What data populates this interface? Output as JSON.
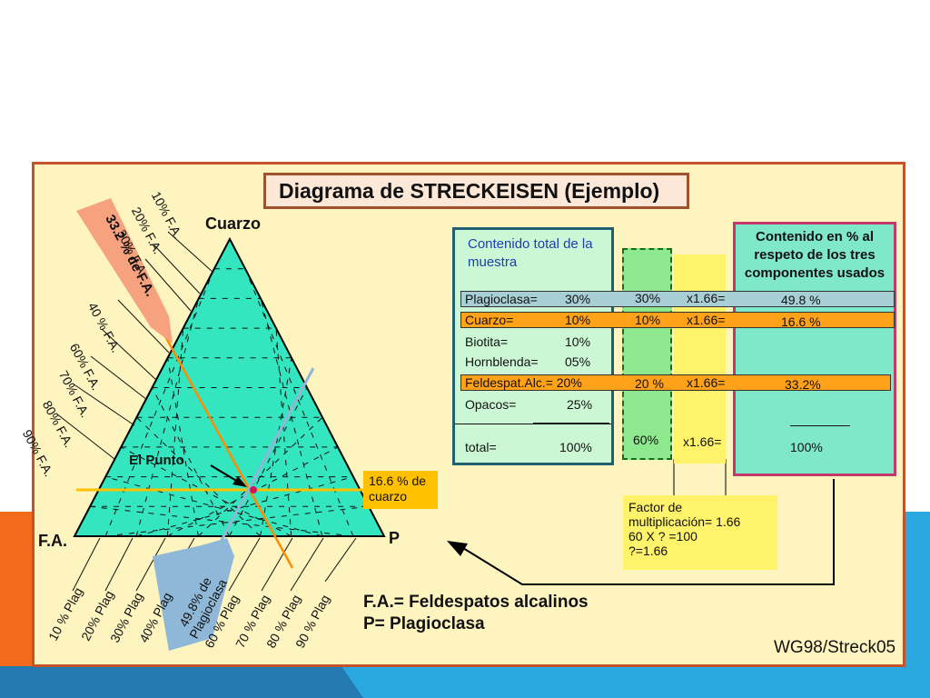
{
  "title": "Diagrama de STRECKEISEN (Ejemplo)",
  "vertices": {
    "top": "Cuarzo",
    "left": "F.A.",
    "right": "P"
  },
  "fa_labels": [
    "10% F.A.",
    "20% F.A.",
    "30% F.A.",
    "40 % F.A.",
    "60% F.A.",
    "70% F.A.",
    "80% F.A.",
    "90% F.A."
  ],
  "plag_labels": [
    "10 % Plag",
    "20% Plag",
    "30% Plag",
    "40% Plag",
    "60 % Plag",
    "70 % Plag",
    "80 % Plag",
    "90 % Plag"
  ],
  "callout_fa": "33.2 % de F.A.",
  "callout_plag": "49.8% de Plagioclasa",
  "callout_quartz": "16.6 % de cuarzo",
  "point_label": "El Punto",
  "box_total": {
    "header": "Contenido total de la muestra",
    "rows": [
      {
        "label": "Plagioclasa=",
        "value": "30%"
      },
      {
        "label": "Cuarzo=",
        "value": "10%"
      },
      {
        "label": "Biotita=",
        "value": "10%"
      },
      {
        "label": "Hornblenda=",
        "value": "05%"
      },
      {
        "label": "Feldespat.Alc.= 20%",
        "value": ""
      },
      {
        "label": "Opacos=",
        "value": "25%"
      }
    ],
    "total_label": "total=",
    "total_value": "100%"
  },
  "sub_values": [
    "30%",
    "10%",
    "20 %"
  ],
  "sub_total": "60%",
  "multipliers": [
    "x1.66=",
    "x1.66=",
    "x1.66="
  ],
  "multiplier_total": "x1.66=",
  "box_percent": {
    "header": "Contenido en % al respeto de los tres componentes usados",
    "values": [
      "49.8 %",
      "16.6 %",
      "33.2%"
    ],
    "total": "100%"
  },
  "factor": {
    "line1": "Factor de",
    "line2": "multiplicación= 1.66",
    "line3": "60 X ? =100",
    "line4": "?=1.66"
  },
  "legend": {
    "fa": "F.A.= Feldespatos alcalinos",
    "p": "P= Plagioclasa"
  },
  "credit": "WG98/Streck05",
  "colors": {
    "triangle": "#33e6bf",
    "orange_line": "#ff8c00",
    "blue_line": "#8fb8d8",
    "quartz_line": "#ffc000",
    "bar_blue": "#a9cfd6",
    "bar_orange": "#ffa21a"
  }
}
